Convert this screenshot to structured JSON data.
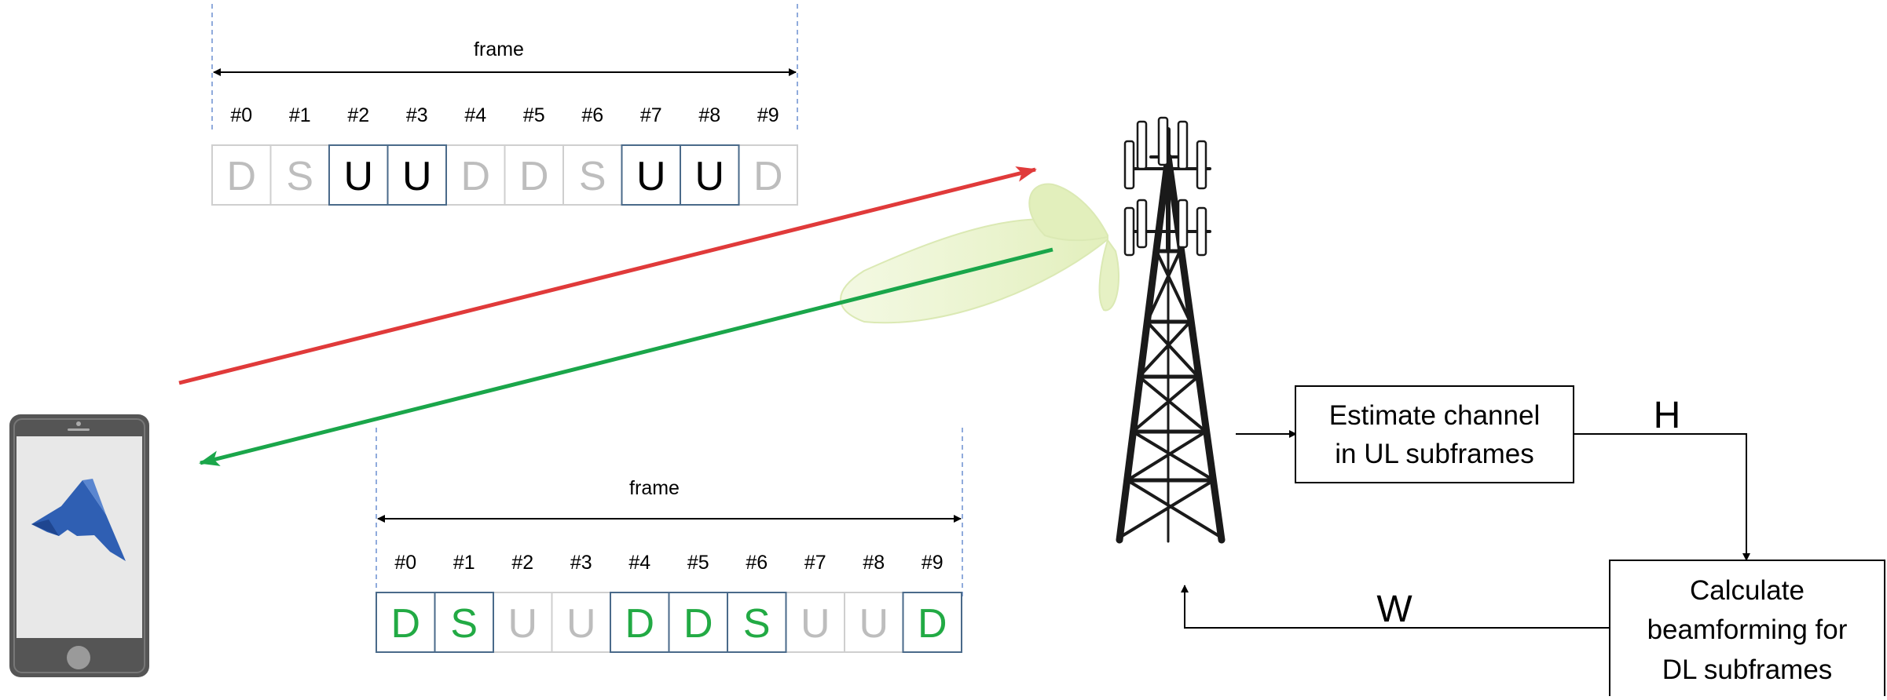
{
  "uplink_frame": {
    "label": "frame",
    "indices": [
      "#0",
      "#1",
      "#2",
      "#3",
      "#4",
      "#5",
      "#6",
      "#7",
      "#8",
      "#9"
    ],
    "subframes": [
      {
        "type": "D",
        "active": false
      },
      {
        "type": "S",
        "active": false
      },
      {
        "type": "U",
        "active": true
      },
      {
        "type": "U",
        "active": true
      },
      {
        "type": "D",
        "active": false
      },
      {
        "type": "D",
        "active": false
      },
      {
        "type": "S",
        "active": false
      },
      {
        "type": "U",
        "active": true
      },
      {
        "type": "U",
        "active": true
      },
      {
        "type": "D",
        "active": false
      }
    ]
  },
  "downlink_frame": {
    "label": "frame",
    "indices": [
      "#0",
      "#1",
      "#2",
      "#3",
      "#4",
      "#5",
      "#6",
      "#7",
      "#8",
      "#9"
    ],
    "subframes": [
      {
        "type": "D",
        "active": true
      },
      {
        "type": "S",
        "active": true
      },
      {
        "type": "U",
        "active": false
      },
      {
        "type": "U",
        "active": false
      },
      {
        "type": "D",
        "active": true
      },
      {
        "type": "D",
        "active": true
      },
      {
        "type": "S",
        "active": true
      },
      {
        "type": "U",
        "active": false
      },
      {
        "type": "U",
        "active": false
      },
      {
        "type": "D",
        "active": true
      }
    ]
  },
  "blocks": {
    "estimate": {
      "line1": "Estimate channel",
      "line2": "in UL subframes"
    },
    "calculate": {
      "line1": "Calculate",
      "line2": "beamforming for",
      "line3": "DL subframes"
    }
  },
  "signals": {
    "h": "H",
    "w": "W"
  },
  "colors": {
    "uplink_arrow": "#e03a3a",
    "downlink_arrow": "#1aa64a",
    "downlink_active_text": "#22aa44",
    "inactive_text": "#bdbdbd",
    "active_cell_border": "#4a6a8a",
    "inactive_cell_border": "#cfcfcf",
    "beam_fill": "#e8f2c8",
    "phone_body": "#555555",
    "phone_logo": "#2f5fb3"
  },
  "icons": [
    "cell-tower-icon",
    "smartphone-icon",
    "matlab-logo-icon"
  ]
}
